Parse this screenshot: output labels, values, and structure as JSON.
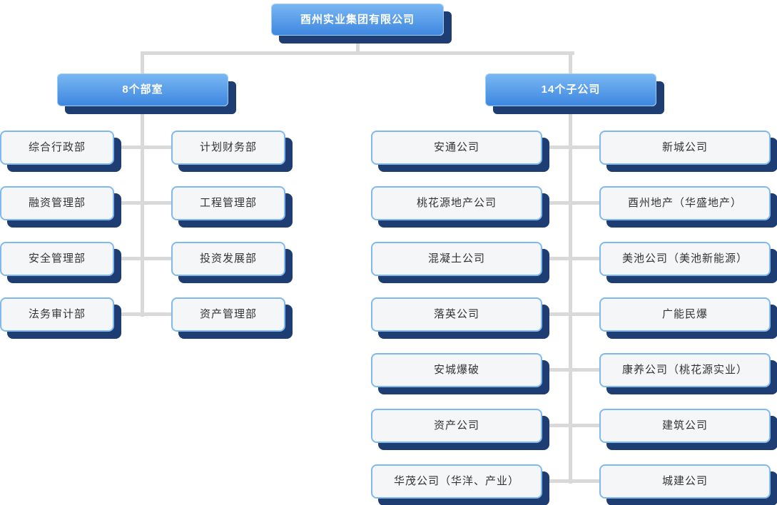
{
  "org": {
    "root": {
      "label": "酉州实业集团有限公司"
    },
    "branches": [
      {
        "label": "8个部室",
        "columns": [
          {
            "items": [
              "综合行政部",
              "融资管理部",
              "安全管理部",
              "法务审计部"
            ]
          },
          {
            "items": [
              "计划财务部",
              "工程管理部",
              "投资发展部",
              "资产管理部"
            ]
          }
        ]
      },
      {
        "label": "14个子公司",
        "columns": [
          {
            "items": [
              "安通公司",
              "桃花源地产公司",
              "混凝土公司",
              "落英公司",
              "安城爆破",
              "资产公司",
              "华茂公司（华洋、产业）"
            ]
          },
          {
            "items": [
              "新城公司",
              "酉州地产（华盛地产）",
              "美池公司（美池新能源）",
              "广能民爆",
              "康养公司（桃花源实业）",
              "建筑公司",
              "城建公司"
            ]
          }
        ]
      }
    ],
    "colors": {
      "shadow_navy": "#1e3d72",
      "connector_gray": "#d9d9d9",
      "node_blue_top": "#79b7f3",
      "node_blue_bottom": "#3e87e0",
      "leaf_background": "#f5f6f8",
      "leaf_border": "#80b9ee",
      "leaf_text": "#333333"
    }
  }
}
